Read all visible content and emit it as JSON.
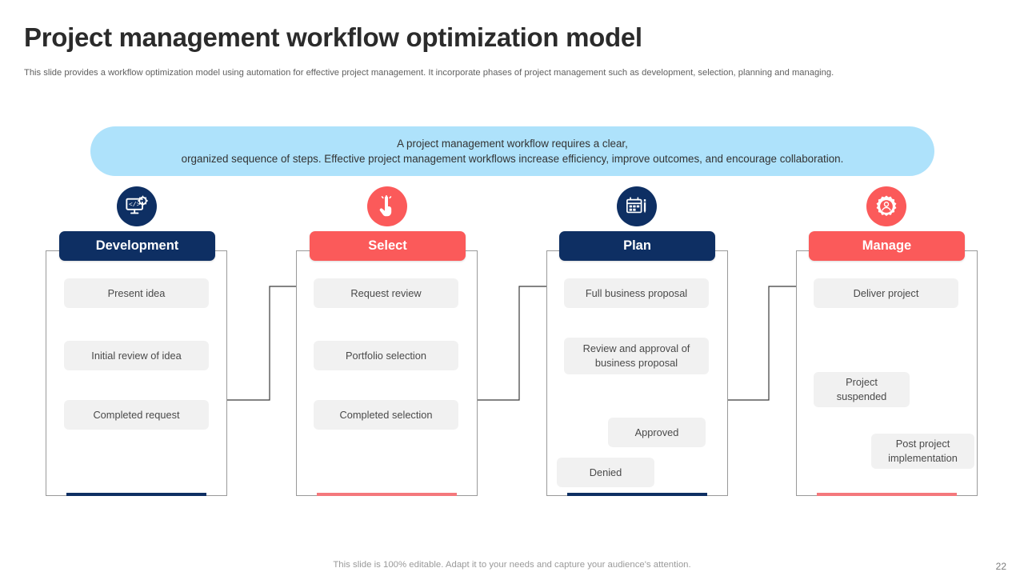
{
  "slide": {
    "title": "Project management workflow optimization model",
    "subtitle": "This slide provides a workflow optimization model using automation for effective project management. It incorporate phases of project management such as development, selection, planning and managing.",
    "footer_note": "This slide is 100% editable. Adapt it to your needs and capture your audience's attention.",
    "page_number": "22"
  },
  "banner": {
    "text": "A project management workflow requires a clear,\norganized sequence of steps. Effective project management workflows increase efficiency, improve outcomes, and encourage collaboration.",
    "background": "#aee2fb"
  },
  "colors": {
    "navy": "#0e2f63",
    "red": "#fb5a5a",
    "step_bg": "#f1f1f1",
    "frame_border": "#9a9a9a",
    "text_dark": "#2b2b2b",
    "text_muted": "#5f5f5f"
  },
  "columns": [
    {
      "id": "development",
      "title": "Development",
      "accent": "#0e2f63",
      "icon": "code-monitor-gear-icon",
      "steps": [
        {
          "label": "Present idea"
        },
        {
          "label": "Initial review of idea"
        },
        {
          "label": "Completed request"
        }
      ]
    },
    {
      "id": "select",
      "title": "Select",
      "accent": "#fb5a5a",
      "icon": "hand-click-icon",
      "steps": [
        {
          "label": "Request review"
        },
        {
          "label": "Portfolio selection"
        },
        {
          "label": "Completed selection"
        }
      ]
    },
    {
      "id": "plan",
      "title": "Plan",
      "accent": "#0e2f63",
      "icon": "calendar-planner-icon",
      "steps": [
        {
          "label": "Full business proposal"
        },
        {
          "label": "Review and approval of\nbusiness proposal"
        },
        {
          "label": "Approved"
        },
        {
          "label": "Denied"
        }
      ]
    },
    {
      "id": "manage",
      "title": "Manage",
      "accent": "#fb5a5a",
      "icon": "gear-person-icon",
      "steps": [
        {
          "label": "Deliver project"
        },
        {
          "label": "Project\nsuspended"
        },
        {
          "label": "Post project\nimplementation"
        }
      ]
    }
  ]
}
